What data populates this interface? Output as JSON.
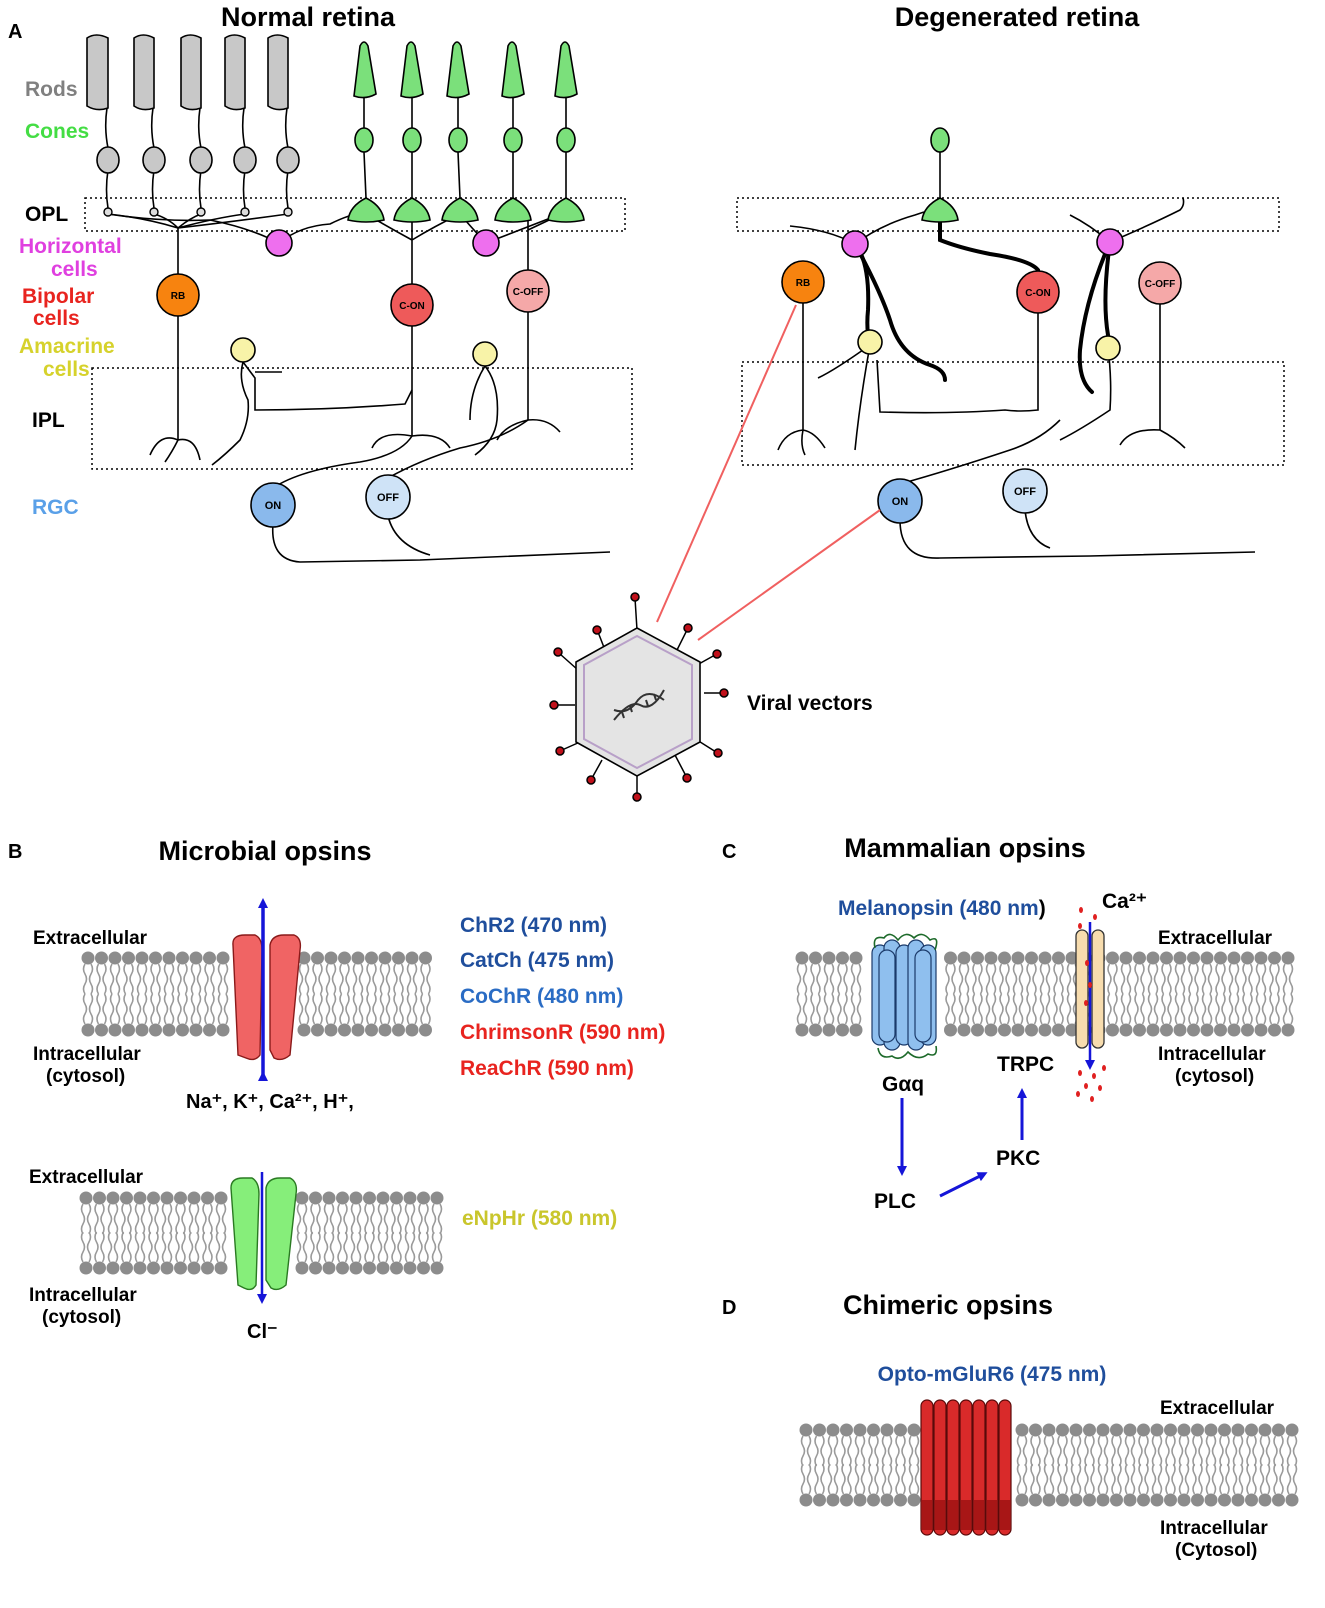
{
  "panel_a": {
    "letter": "A",
    "normal_title": "Normal retina",
    "degenerated_title": "Degenerated retina",
    "labels": {
      "rods": "Rods",
      "cones": "Cones",
      "opl": "OPL",
      "horizontal_1": "Horizontal",
      "horizontal_2": "cells",
      "bipolar_1": "Bipolar",
      "bipolar_2": "cells",
      "amacrine_1": "Amacrine",
      "amacrine_2": "cells",
      "ipl": "IPL",
      "rgc": "RGC"
    },
    "cells": {
      "rb": "RB",
      "c_on": "C-ON",
      "c_off": "C-OFF",
      "on": "ON",
      "off": "OFF"
    },
    "viral_vectors": "Viral vectors"
  },
  "panel_b": {
    "letter": "B",
    "title": "Microbial opsins",
    "extracellular": "Extracellular",
    "intracellular_1": "Intracellular",
    "intracellular_2": "(cytosol)",
    "cation_ions": "Na⁺, K⁺, Ca²⁺, H⁺,",
    "chloride_ion": "Cl⁻",
    "opsins": [
      {
        "label": "ChR2 (470 nm)",
        "color": "#1f4e9c"
      },
      {
        "label": "CatCh (475 nm)",
        "color": "#1f4e9c"
      },
      {
        "label": "CoChR (480 nm)",
        "color": "#2a6cc4"
      },
      {
        "label": "ChrimsonR (590 nm)",
        "color": "#e8241f"
      },
      {
        "label": "ReaChR (590 nm)",
        "color": "#e8241f"
      }
    ],
    "enphr": {
      "label": "eNpHr (580 nm)",
      "color": "#c9c62c"
    }
  },
  "panel_c": {
    "letter": "C",
    "title": "Mammalian opsins",
    "melanopsin": "Melanopsin (480 nm",
    "melanopsin_paren": ")",
    "calcium": "Ca²⁺",
    "extracellular": "Extracellular",
    "intracellular_1": "Intracellular",
    "intracellular_2": "(cytosol)",
    "gaq": "Gαq",
    "trpc": "TRPC",
    "pkc": "PKC",
    "plc": "PLC"
  },
  "panel_d": {
    "letter": "D",
    "title": "Chimeric opsins",
    "opto": "Opto-mGluR6 (475 nm)",
    "extracellular": "Extracellular",
    "intracellular_1": "Intracellular",
    "intracellular_2": "(Cytosol)"
  },
  "colors": {
    "rod": "#c8c8c8",
    "cone": "#7be07b",
    "horizontal": "#ee6fee",
    "rb": "#f7830f",
    "c_on": "#ee5a5a",
    "c_off": "#f5a8a8",
    "amacrine": "#f8f3a8",
    "rgc_on": "#8ab9ec",
    "rgc_off": "#cfe3f7",
    "label_rods": "#808080",
    "label_cones": "#44dd44",
    "label_horizontal": "#e040e0",
    "label_bipolar": "#e8241f",
    "label_amacrine": "#d6d22c",
    "label_rgc": "#5aa0e8",
    "arrow": "#1515d8",
    "vector_link": "#f06060"
  }
}
